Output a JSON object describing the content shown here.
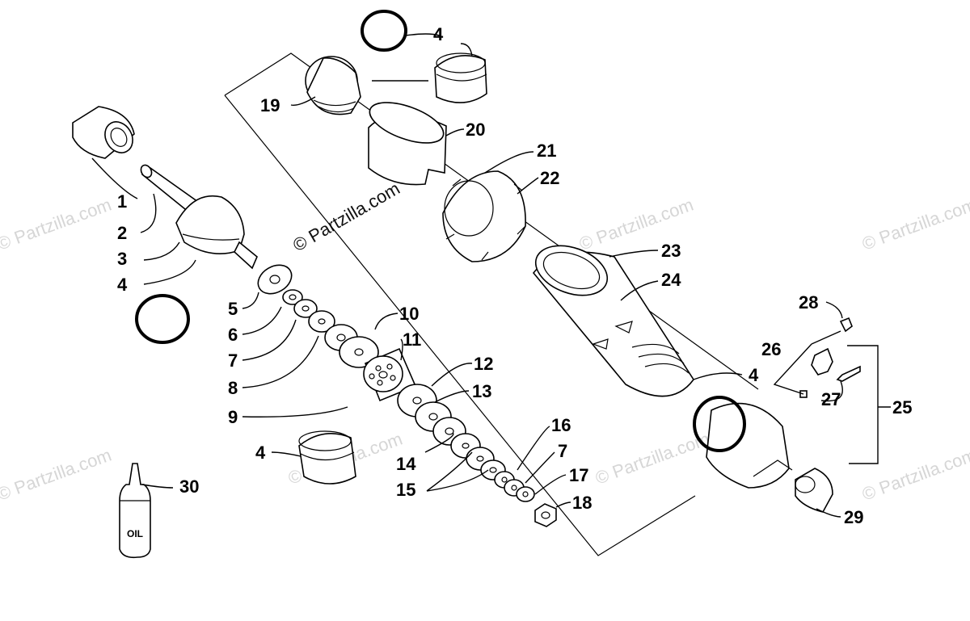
{
  "watermark": {
    "brand": "© Partzilla.com"
  },
  "oil_bottle_label": "OIL",
  "callouts": [
    "1",
    "2",
    "3",
    "4",
    "4",
    "4",
    "4",
    "5",
    "6",
    "7",
    "7",
    "8",
    "9",
    "10",
    "11",
    "12",
    "13",
    "14",
    "15",
    "16",
    "17",
    "18",
    "19",
    "20",
    "21",
    "22",
    "23",
    "24",
    "25",
    "26",
    "27",
    "28",
    "29",
    "30"
  ]
}
